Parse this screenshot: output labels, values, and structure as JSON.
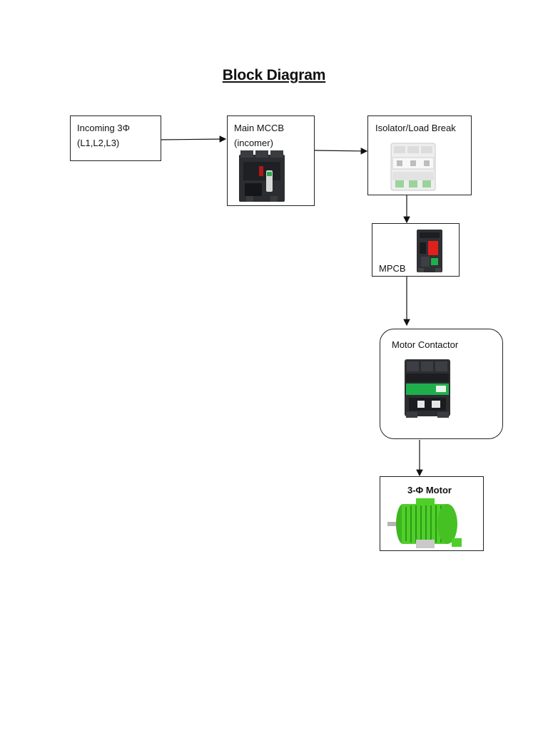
{
  "title": "Block Diagram",
  "nodes": {
    "incoming": {
      "line1": "Incoming 3Φ",
      "line2": "(L1,L2,L3)"
    },
    "main_mccb": {
      "line1": "Main MCCB",
      "line2": "(incomer)",
      "image": "mccb-breaker-icon"
    },
    "isolator": {
      "label": "Isolator/Load Break",
      "image": "isolator-switch-icon"
    },
    "mpcb": {
      "label": "MPCB",
      "image": "mpcb-icon"
    },
    "contactor": {
      "label": "Motor Contactor",
      "image": "motor-contactor-icon"
    },
    "motor": {
      "label": "3-Φ Motor",
      "image": "three-phase-motor-icon"
    }
  },
  "flow": [
    "incoming",
    "main_mccb",
    "isolator",
    "mpcb",
    "contactor",
    "motor"
  ],
  "colors": {
    "line": "#111111",
    "motor_green": "#4fcf2a",
    "mpcb_red": "#e0201c",
    "contactor_green": "#1fae4b"
  }
}
